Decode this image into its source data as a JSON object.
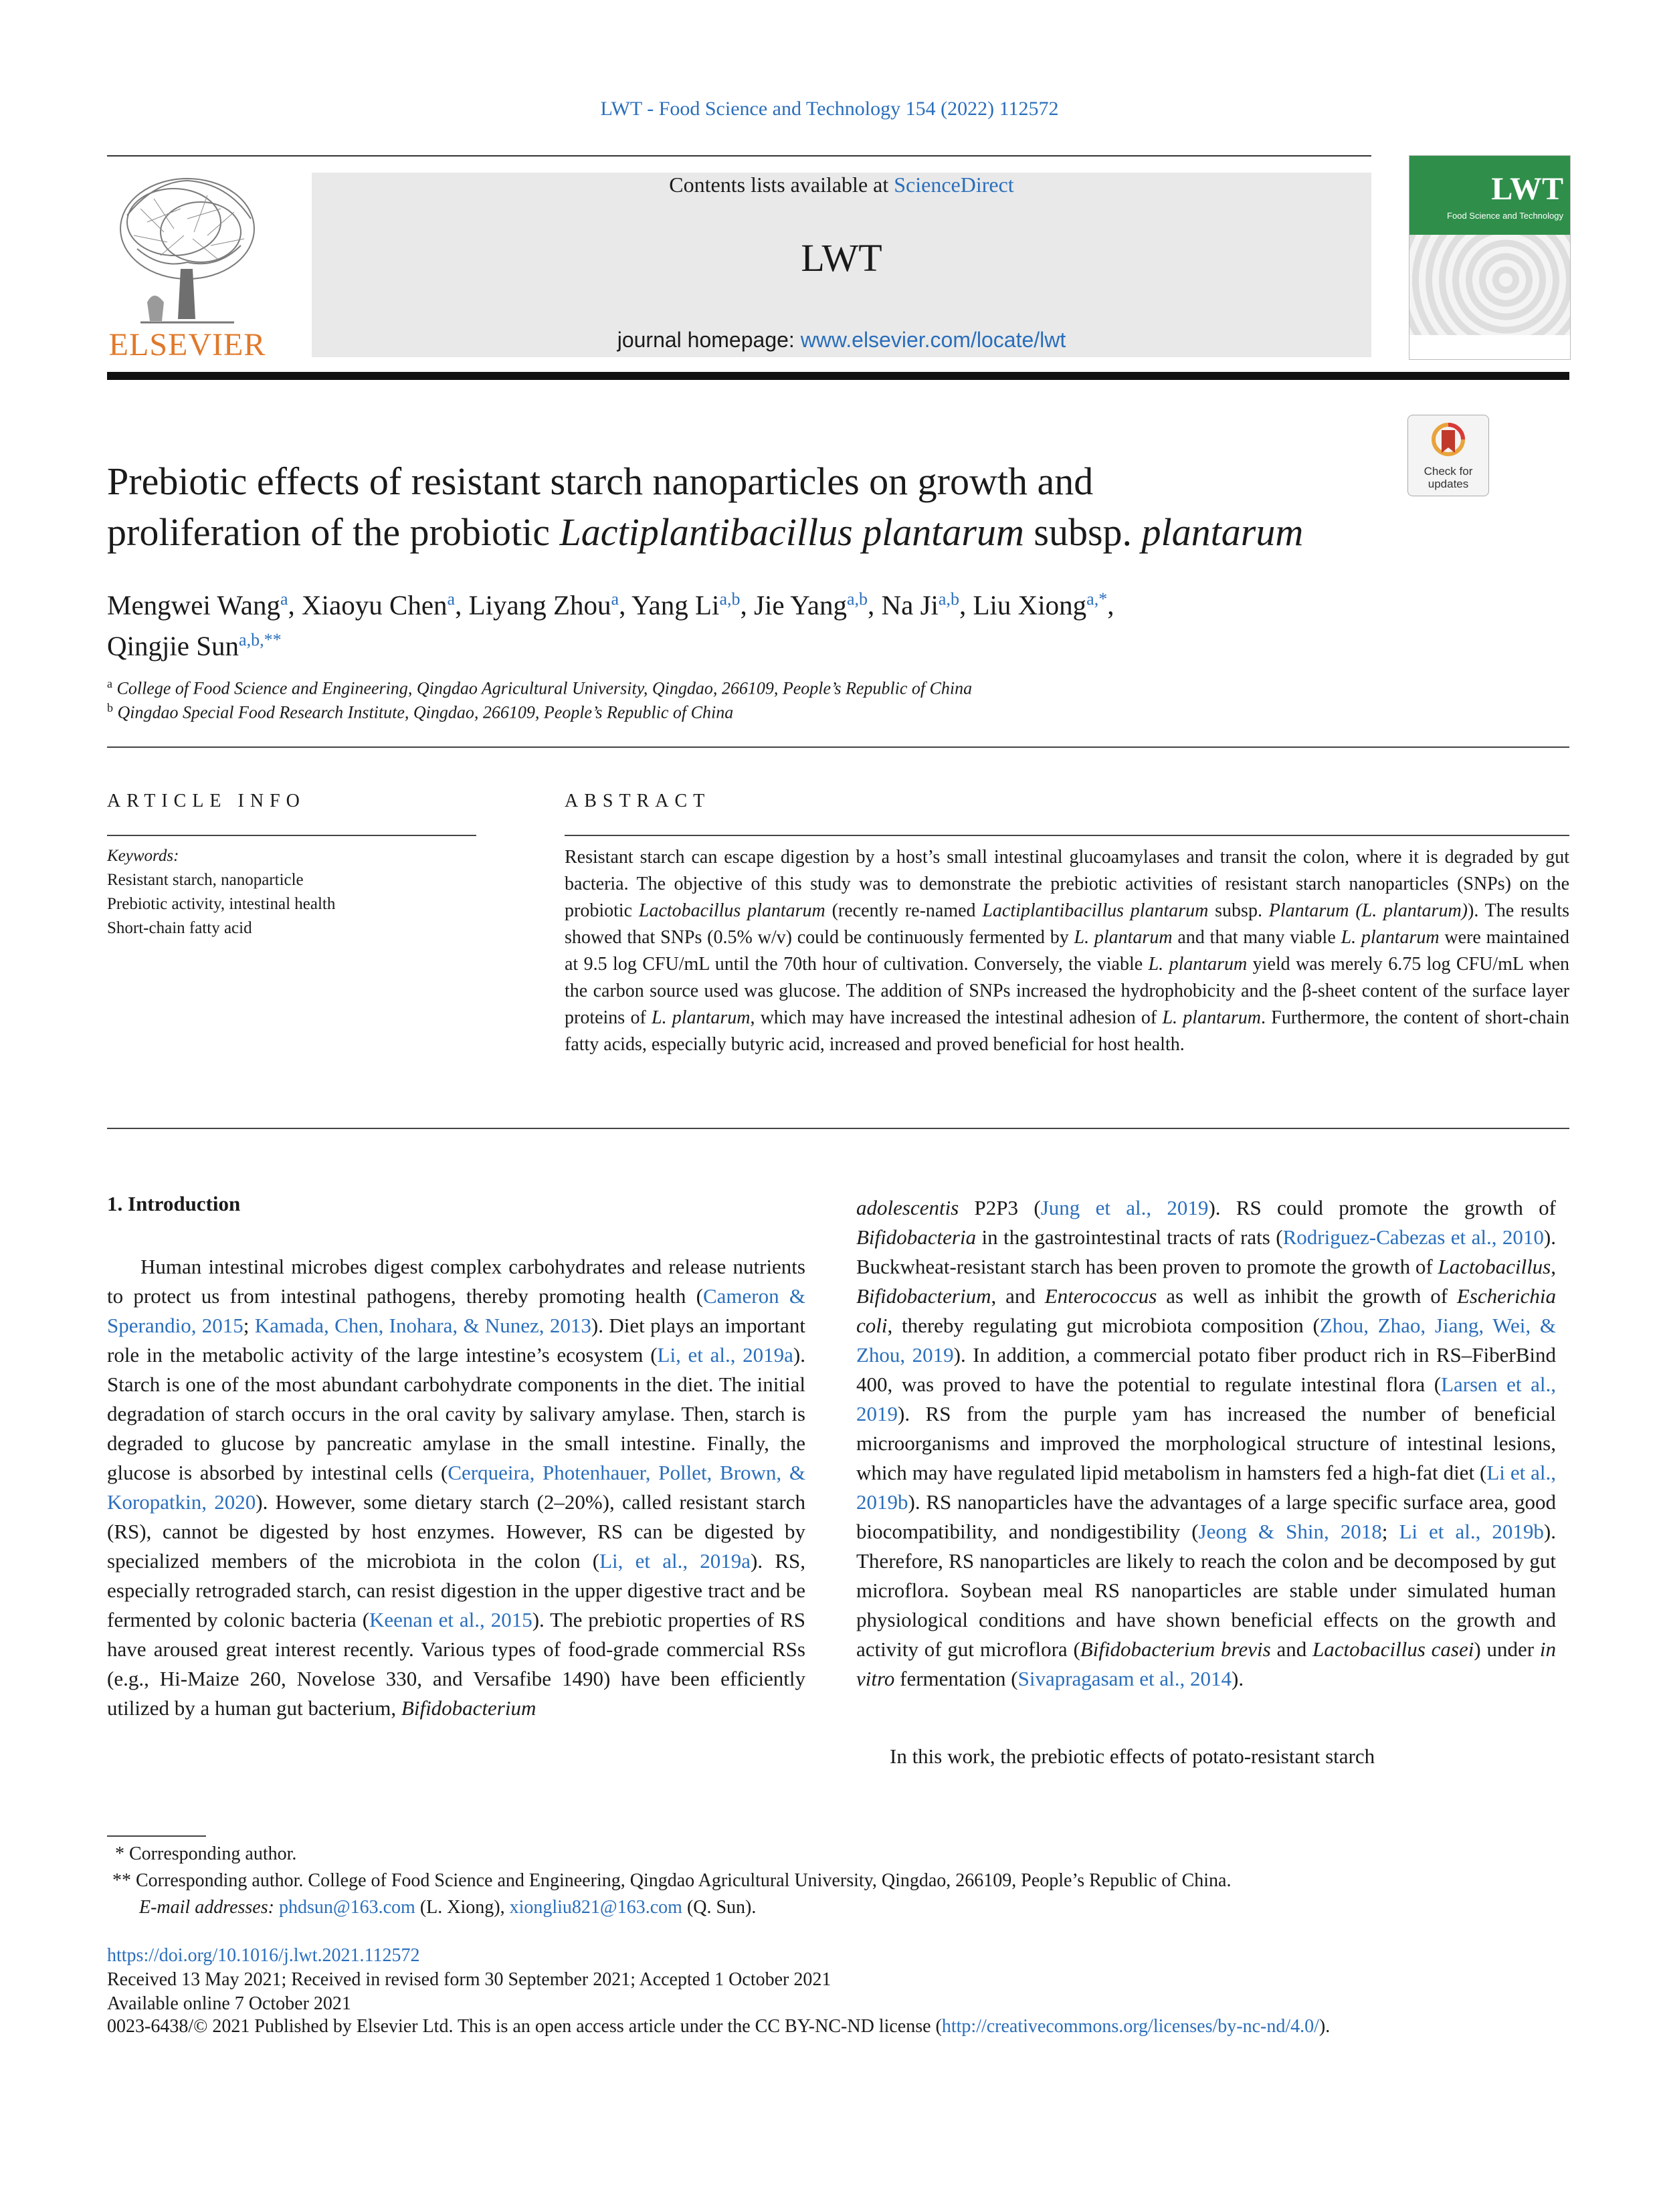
{
  "header": {
    "citation": "LWT - Food Science and Technology 154 (2022) 112572",
    "contents_prefix": "Contents lists available at ",
    "contents_link": "ScienceDirect",
    "journal": "LWT",
    "homepage_prefix": "journal homepage: ",
    "homepage_link": "www.elsevier.com/locate/lwt",
    "publisher": "ELSEVIER",
    "cover_title": "LWT",
    "cover_subtitle": "Food Science and Technology",
    "check_updates": "Check for updates"
  },
  "article": {
    "title_line1": "Prebiotic effects of resistant starch nanoparticles on growth and",
    "title_line2_a": "proliferation of the probiotic ",
    "title_line2_italic": "Lactiplantibacillus plantarum",
    "title_line2_b": " subsp. ",
    "title_line2_italic2": "plantarum",
    "authors": [
      {
        "name": "Mengwei Wang",
        "sup": "a"
      },
      {
        "name": "Xiaoyu Chen",
        "sup": "a"
      },
      {
        "name": "Liyang Zhou",
        "sup": "a"
      },
      {
        "name": "Yang Li",
        "sup": "a,b"
      },
      {
        "name": "Jie Yang",
        "sup": "a,b"
      },
      {
        "name": "Na Ji",
        "sup": "a,b"
      },
      {
        "name": "Liu Xiong",
        "sup": "a,*"
      },
      {
        "name": "Qingjie Sun",
        "sup": "a,b,**"
      }
    ],
    "affiliation_a": "College of Food Science and Engineering, Qingdao Agricultural University, Qingdao, 266109, People’s Republic of China",
    "affiliation_b": "Qingdao Special Food Research Institute, Qingdao, 266109, People’s Republic of China"
  },
  "article_info": {
    "heading": "ARTICLE INFO",
    "keywords_label": "Keywords:",
    "keywords": [
      "Resistant starch, nanoparticle",
      "Prebiotic activity, intestinal health",
      "Short-chain fatty acid"
    ]
  },
  "abstract": {
    "heading": "ABSTRACT",
    "t1": "Resistant starch can escape digestion by a host’s small intestinal glucoamylases and transit the colon, where it is degraded by gut bacteria. The objective of this study was to demonstrate the prebiotic activities of resistant starch nanoparticles (SNPs) on the probiotic ",
    "i1": "Lactobacillus plantarum",
    "t2": " (recently re-named ",
    "i2": "Lactiplantibacillus plantarum",
    "t3": " subsp. ",
    "i3": "Plantarum (L. plantarum)",
    "t4": "). The results showed that SNPs (0.5% w/v) could be continuously fermented by ",
    "i4": "L. plantarum",
    "t5": " and that many viable ",
    "i5": "L. plantarum",
    "t6": " were maintained at 9.5 log CFU/mL until the 70th hour of cultivation. Conversely, the viable ",
    "i6": "L. plantarum",
    "t7": " yield was merely 6.75 log CFU/mL when the carbon source used was glucose. The addition of SNPs increased the hydrophobicity and the β-sheet content of the surface layer proteins of ",
    "i7": "L. plantarum",
    "t8": ", which may have increased the intestinal adhesion of ",
    "i8": "L. plantarum",
    "t9": ". Furthermore, the content of short-chain fatty acids, especially butyric acid, increased and proved beneficial for host health."
  },
  "intro": {
    "heading": "1.  Introduction",
    "l1": "Human intestinal microbes digest complex carbohydrates and release nutrients to protect us from intestinal pathogens, thereby promoting health (",
    "c1": "Cameron & Sperandio, 2015",
    "l2": "; ",
    "c2": "Kamada, Chen, Inohara, & Nunez, 2013",
    "l3": "). Diet plays an important role in the metabolic activity of the large intestine’s ecosystem (",
    "c3": "Li, et al., 2019a",
    "l4": "). Starch is one of the most abundant carbohydrate components in the diet. The initial degradation of starch occurs in the oral cavity by salivary amylase. Then, starch is degraded to glucose by pancreatic amylase in the small intestine. Finally, the glucose is absorbed by intestinal cells (",
    "c4": "Cerqueira, Photenhauer, Pollet, Brown, & Koropatkin, 2020",
    "l5": "). However, some dietary starch (2–20%), called resistant starch (RS), cannot be digested by host enzymes. However, RS can be digested by specialized members of the microbiota in the colon (",
    "c5": "Li, et al., 2019a",
    "l6": "). RS, especially retrograded starch, can resist digestion in the upper digestive tract and be fermented by colonic bacteria (",
    "c6": "Keenan et al., 2015",
    "l7": "). The prebiotic properties of RS have aroused great interest recently. Various types of food-grade commercial RSs (e.g., Hi-Maize 260, Novelose 330, and Versafibe 1490) have been efficiently utilized by a human gut bacterium, ",
    "i1": "Bifidobacterium",
    "r_i1": "adolescentis",
    "r1": " P2P3 (",
    "rc1": "Jung et al., 2019",
    "r2": "). RS could promote the growth of ",
    "r_i2": "Bifidobacteria",
    "r3": " in the gastrointestinal tracts of rats (",
    "rc2": "Rodriguez-Cabezas et al., 2010",
    "r4": "). Buckwheat-resistant starch has been proven to promote the growth of ",
    "r_i3": "Lactobacillus",
    "r5": ", ",
    "r_i4": "Bifidobacterium",
    "r6": ", and ",
    "r_i5": "Enterococcus",
    "r7": " as well as inhibit the growth of ",
    "r_i6": "Escherichia coli",
    "r8": ", thereby regulating gut microbiota composition (",
    "rc3": "Zhou, Zhao, Jiang, Wei, & Zhou, 2019",
    "r9": "). In addition, a commercial potato fiber product rich in RS–FiberBind 400, was proved to have the potential to regulate intestinal flora (",
    "rc4": "Larsen et al., 2019",
    "r10": "). RS from the purple yam has increased the number of beneficial microorganisms and improved the morphological structure of intestinal lesions, which may have regulated lipid metabolism in hamsters fed a high-fat diet (",
    "rc5": "Li et al., 2019b",
    "r11": "). RS nanoparticles have the advantages of a large specific surface area, good biocompatibility, and nondigestibility (",
    "rc6": "Jeong & Shin, 2018",
    "r12": "; ",
    "rc7": "Li et al., 2019b",
    "r13": "). Therefore, RS nanoparticles are likely to reach the colon and be decomposed by gut microflora. Soybean meal RS nanoparticles are stable under simulated human physiological conditions and have shown beneficial effects on the growth and activity of gut microflora (",
    "r_i7": "Bifidobacterium brevis",
    "r14": " and ",
    "r_i8": "Lactobacillus casei",
    "r15": ") under ",
    "r_i9": "in vitro",
    "r16": " fermentation (",
    "rc8": "Sivapragasam et al., 2014",
    "r17": ").",
    "p2": "In this work, the prebiotic effects of potato-resistant starch"
  },
  "footnotes": {
    "f1": "*  Corresponding author.",
    "f2": "**  Corresponding author. College of Food Science and Engineering, Qingdao Agricultural University, Qingdao, 266109, People’s Republic of China.",
    "email_label": "E-mail addresses: ",
    "email1": "phdsun@163.com",
    "email1_owner": " (L. Xiong), ",
    "email2": "xiongliu821@163.com",
    "email2_owner": " (Q. Sun)."
  },
  "footer": {
    "doi": "https://doi.org/10.1016/j.lwt.2021.112572",
    "dates": "Received 13 May 2021; Received in revised form 30 September 2021; Accepted 1 October 2021",
    "online": "Available online 7 October 2021",
    "copyright_prefix": "0023-6438/© 2021 Published by Elsevier Ltd. This is an open access article under the CC BY-NC-ND license (",
    "license_link": "http://creativecommons.org/licenses/by-nc-nd/4.0/",
    "copyright_suffix": ")."
  }
}
